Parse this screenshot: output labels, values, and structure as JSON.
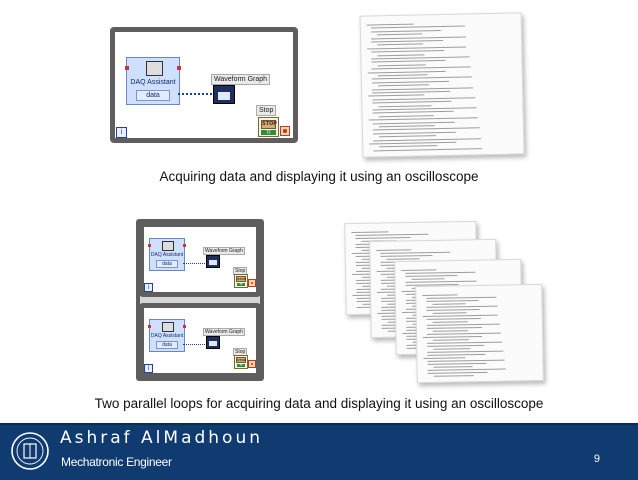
{
  "diagram_labels": {
    "daq_title": "DAQ Assistant",
    "daq_output": "data",
    "graph_label": "Waveform Graph",
    "stop_label": "Stop",
    "stop_button": "STOP",
    "stop_value": "TF",
    "iteration": "i"
  },
  "captions": {
    "top": "Acquiring data and displaying it using an oscilloscope",
    "bottom": "Two parallel loops for acquiring data and displaying it using an oscilloscope"
  },
  "footer": {
    "author": "Ashraf AlMadhoun",
    "role": "Mechatronic Engineer",
    "slide_number": "9",
    "colors": {
      "band": "#0f3b71",
      "text": "#ffffff"
    }
  },
  "icons": [
    "daq-assistant-icon",
    "waveform-graph-icon",
    "stop-button-icon",
    "loop-condition-icon",
    "iteration-terminal-icon",
    "university-logo-icon"
  ]
}
